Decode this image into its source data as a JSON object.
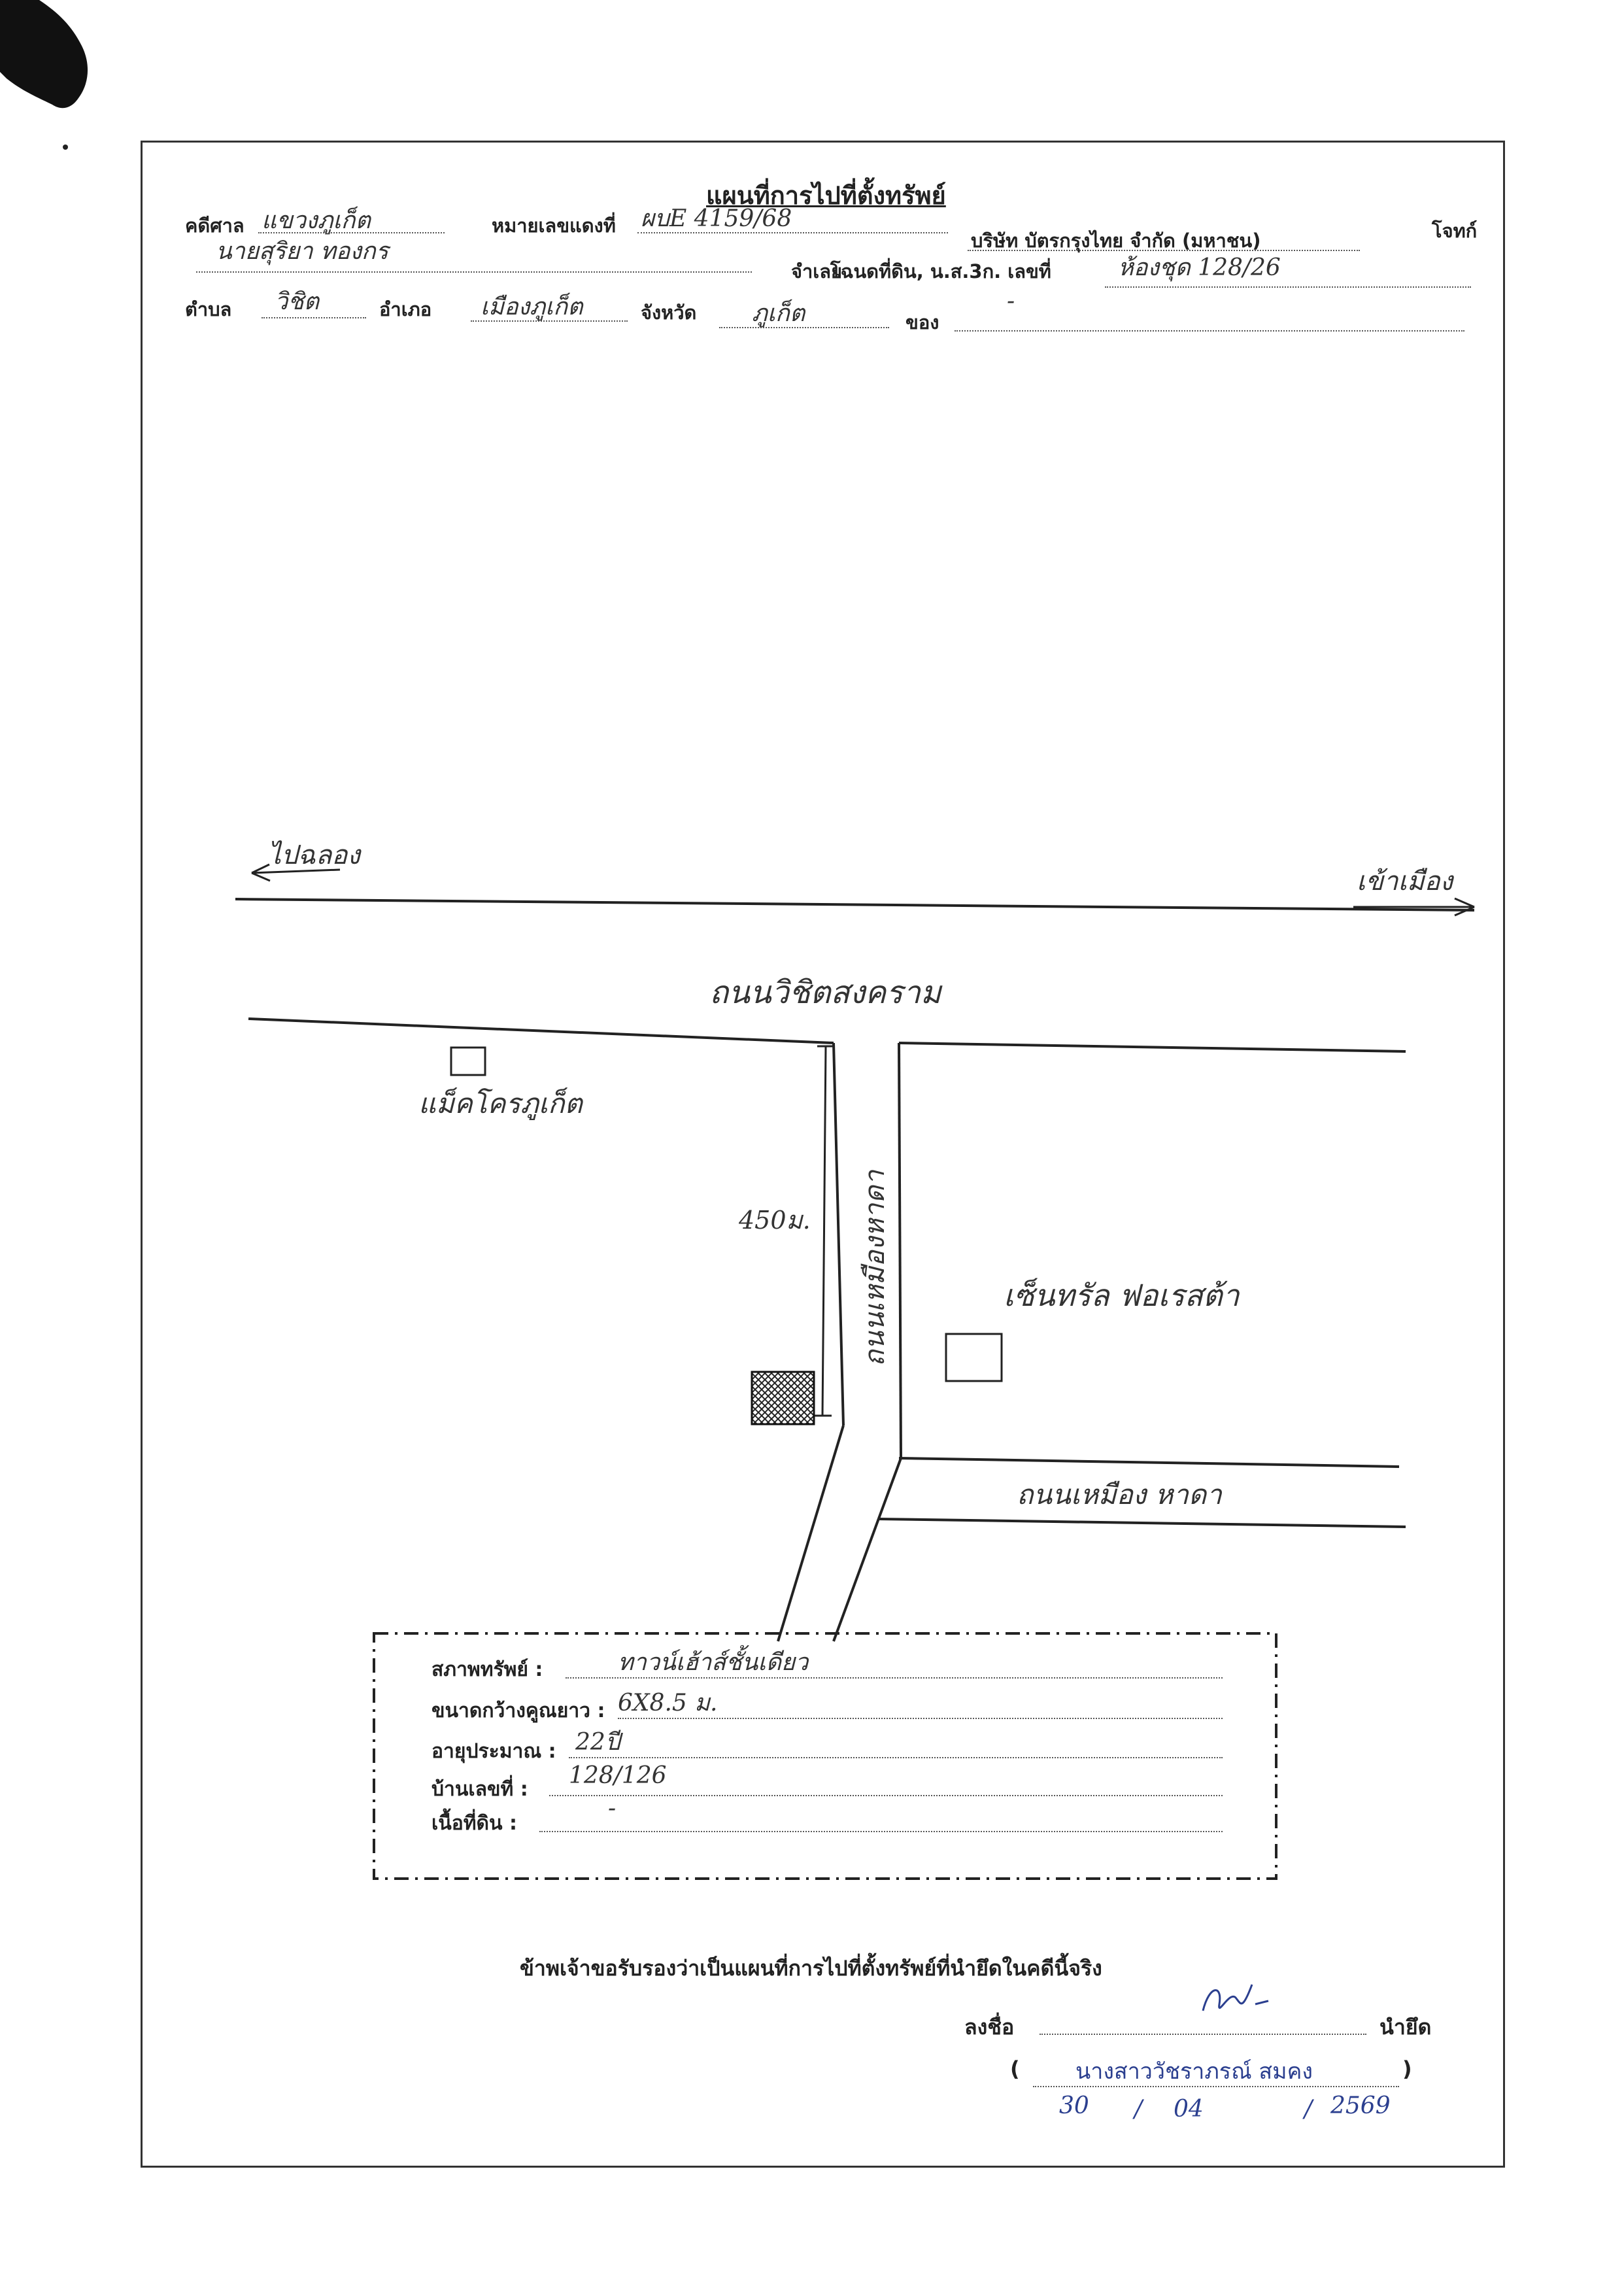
{
  "title": "แผนที่การไปที่ตั้งทรัพย์",
  "header": {
    "court_label": "คดีศาล",
    "court_value": "แขวงภูเก็ต",
    "red_case_label": "หมายเลขแดงที่",
    "red_case_value": "ผบE 4159/68",
    "plaintiff": "บริษัท บัตรกรุงไทย จำกัด (มหาชน)",
    "plaintiff_role": "โจทก์",
    "defendant_value": "นายสุริยา ทองกร",
    "defendant_label": "จำเลย",
    "deed_label": "โฉนดที่ดิน, น.ส.3ก. เลขที่",
    "deed_value": "ห้องชุด 128/26",
    "subdistrict_label": "ตำบล",
    "subdistrict_value": "วิชิต",
    "district_label": "อำเภอ",
    "district_value": "เมืองภูเก็ต",
    "province_label": "จังหวัด",
    "province_value": "ภูเก็ต",
    "of_label": "ของ",
    "of_value": "-"
  },
  "map": {
    "arrow_left": "ไปฉลอง",
    "arrow_right": "เข้าเมือง",
    "main_road": "ถนนวิชิตสงคราม",
    "landmark_left": "แม็คโครภูเก็ต",
    "distance": "450ม.",
    "side_road_vertical": "ถนนเหมืองหาดา",
    "landmark_right": "เซ็นทรัล ฟอเรสต้า",
    "side_road_horizontal": "ถนนเหมือง หาดา"
  },
  "property": {
    "condition_label": "สภาพทรัพย์ :",
    "condition_value": "ทาวน์เฮ้าส์ชั้นเดียว",
    "size_label": "ขนาดกว้างคูณยาว :",
    "size_value": "6X8.5 ม.",
    "age_label": "อายุประมาณ :",
    "age_value": "22ปี",
    "house_no_label": "บ้านเลขที่ :",
    "house_no_value": "128/126",
    "land_area_label": "เนื้อที่ดิน :",
    "land_area_value": "-"
  },
  "certification": "ข้าพเจ้าขอรับรองว่าเป็นแผนที่การไปที่ตั้งทรัพย์ที่นำยึดในคดีนี้จริง",
  "signature": {
    "sign_label": "ลงชื่อ",
    "role": "นำยึด",
    "open_paren": "(",
    "name": "นางสาววัชราภรณ์ สมคง",
    "close_paren": ")",
    "date_day": "30",
    "date_month": "04",
    "date_year": "2569",
    "date_sep": "/"
  }
}
